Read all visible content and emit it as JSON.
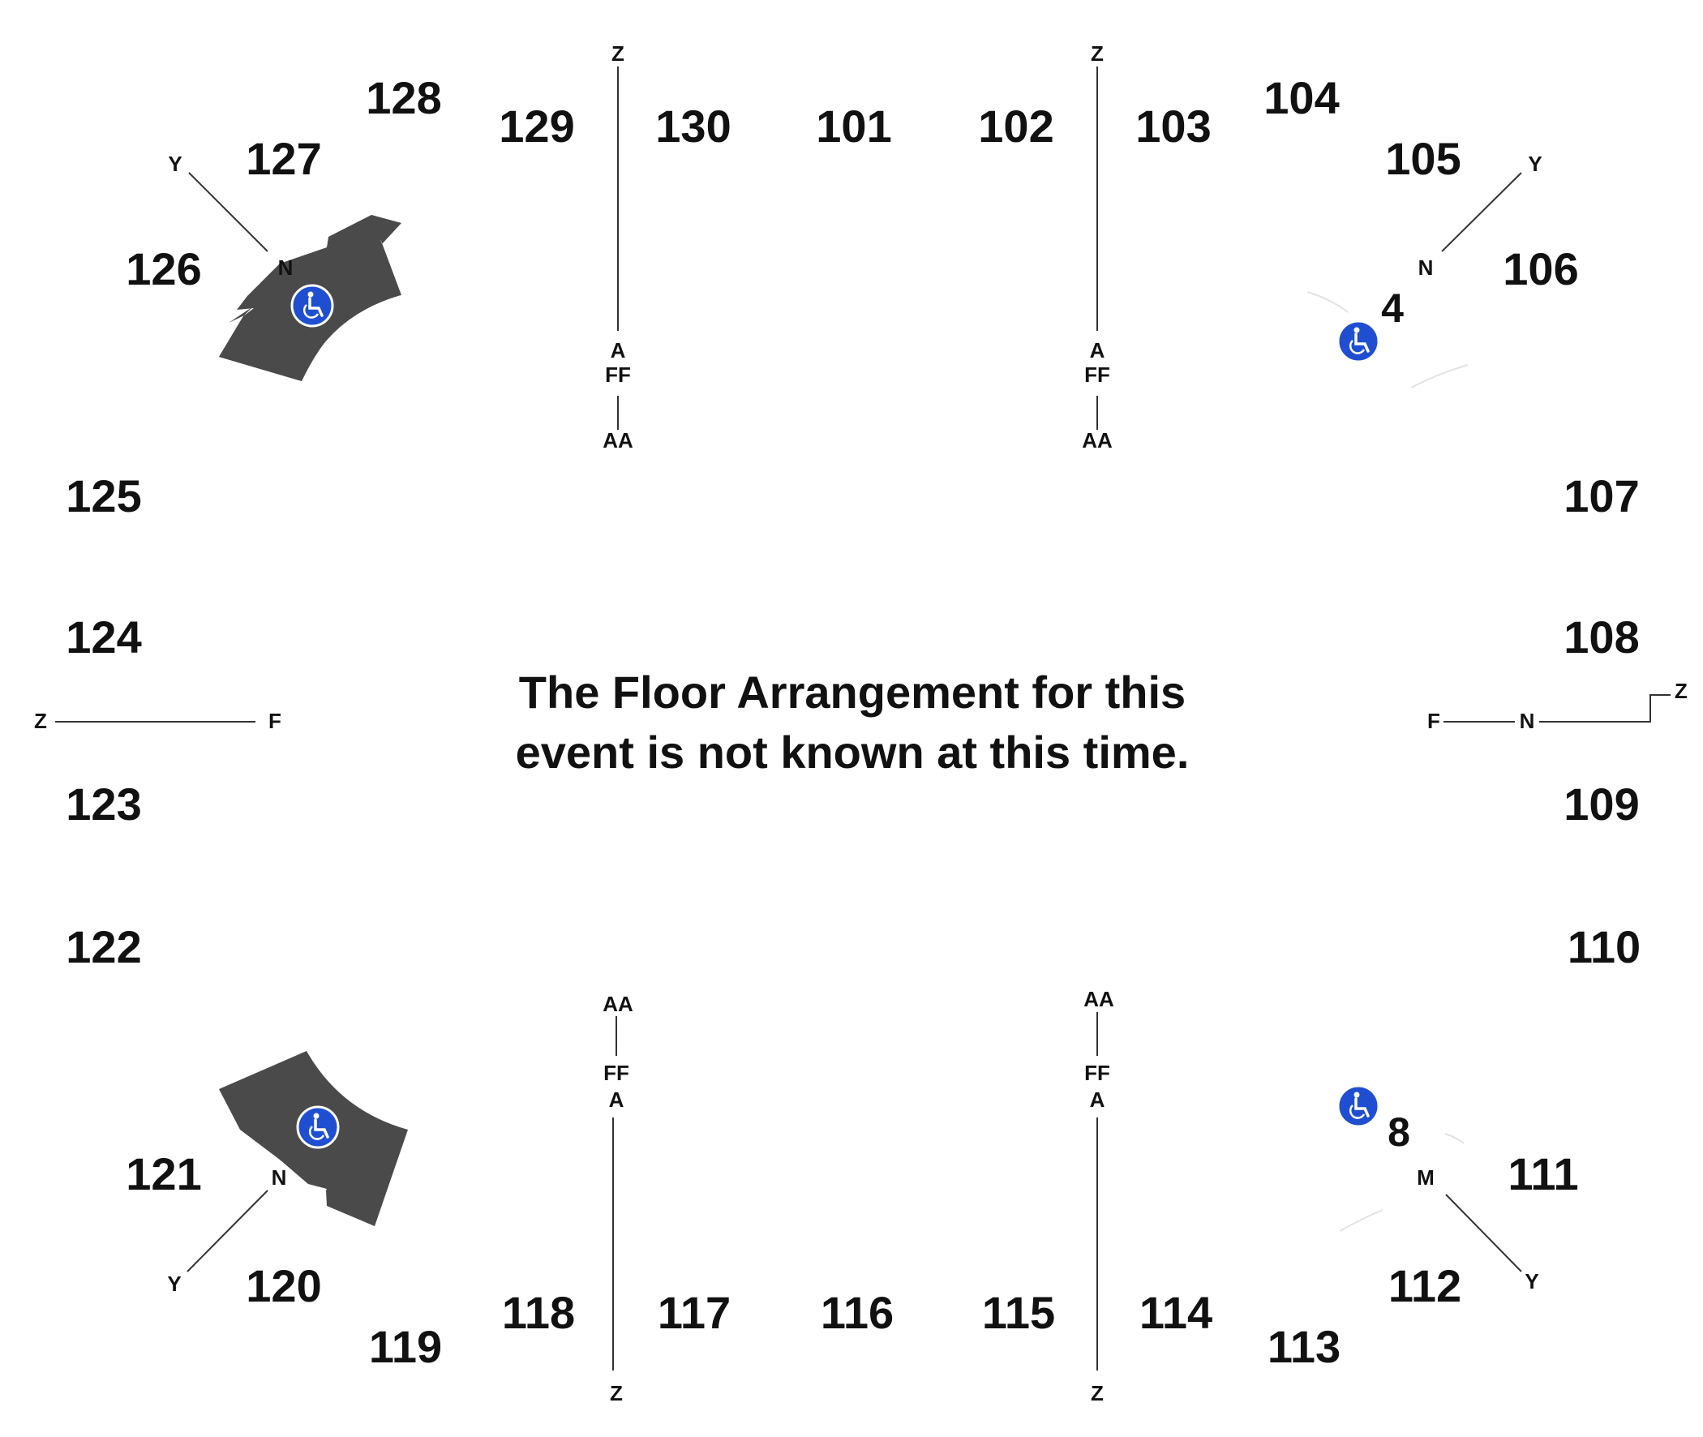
{
  "floor_message": {
    "line1": "The Floor Arrangement for this",
    "line2": "event is not known at this time."
  },
  "sections": {
    "s101": "101",
    "s102": "102",
    "s103": "103",
    "s104": "104",
    "s105": "105",
    "s106": "106",
    "s107": "107",
    "s108": "108",
    "s109": "109",
    "s110": "110",
    "s111": "111",
    "s112": "112",
    "s113": "113",
    "s114": "114",
    "s115": "115",
    "s116": "116",
    "s117": "117",
    "s118": "118",
    "s119": "119",
    "s120": "120",
    "s121": "121",
    "s122": "122",
    "s123": "123",
    "s124": "124",
    "s125": "125",
    "s126": "126",
    "s127": "127",
    "s128": "128",
    "s129": "129",
    "s130": "130"
  },
  "portals": {
    "p4": "4",
    "p8": "8"
  },
  "rows": {
    "z": "Z",
    "a": "A",
    "ff": "FF",
    "aa": "AA",
    "y": "Y",
    "n": "N",
    "m": "M",
    "f": "F"
  },
  "colors": {
    "accessible_blue": "#1f4fd0",
    "accessible_area": "#4a4a4a",
    "text": "#111111"
  },
  "icons": {
    "accessible": "wheelchair-icon"
  }
}
